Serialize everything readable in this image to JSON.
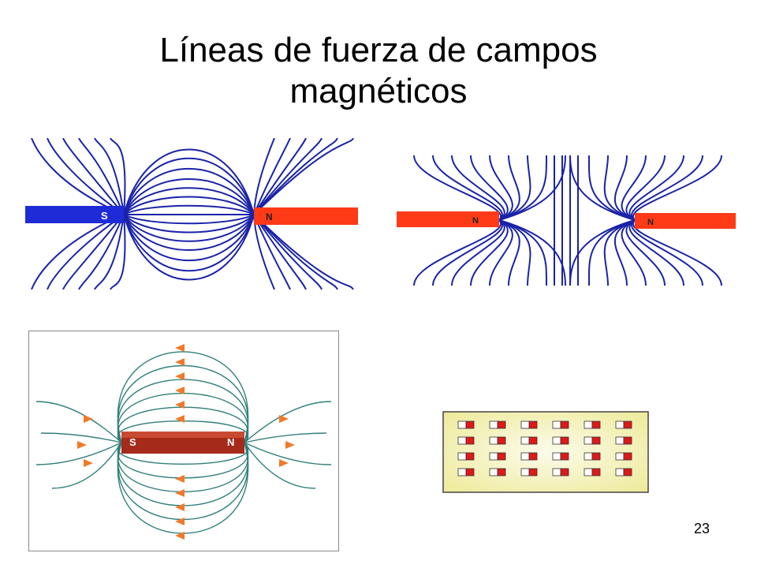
{
  "slide": {
    "title_line1": "Líneas de fuerza de campos",
    "title_line2": "magnéticos",
    "page_number": "23"
  },
  "figures": {
    "attract": {
      "pole_left": "S",
      "pole_right": "N",
      "left_color": "#1f2bd6",
      "right_color": "#ff3a17",
      "line_color": "#1a23a8"
    },
    "repel": {
      "pole_left": "N",
      "pole_right": "N",
      "magnet_color": "#ff3a17",
      "line_color": "#1a23a8"
    },
    "bar_magnet": {
      "pole_left": "S",
      "pole_right": "N",
      "magnet_color": "#a52a1a",
      "line_color": "#2f7f7a",
      "arrow_color": "#f07a2a"
    },
    "domains": {
      "rows": 4,
      "cols": 6,
      "background": "#f4f2b8",
      "domain_color": "#e01818"
    }
  }
}
